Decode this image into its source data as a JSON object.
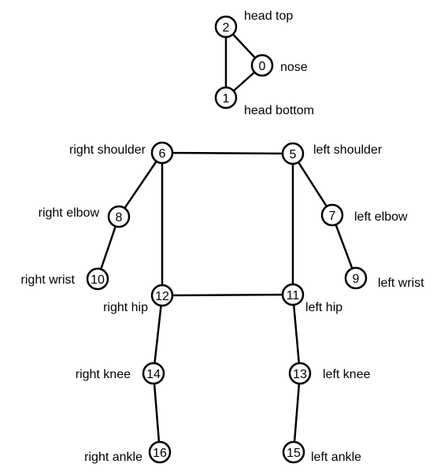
{
  "colors": {
    "stroke": "#000000",
    "node_fill": "#ffffff",
    "background": "#ffffff"
  },
  "keypoints": [
    {
      "id": "0",
      "label": "nose"
    },
    {
      "id": "1",
      "label": "head bottom"
    },
    {
      "id": "2",
      "label": "head top"
    },
    {
      "id": "5",
      "label": "left shoulder"
    },
    {
      "id": "6",
      "label": "right shoulder"
    },
    {
      "id": "7",
      "label": "left elbow"
    },
    {
      "id": "8",
      "label": "right elbow"
    },
    {
      "id": "9",
      "label": "left wrist"
    },
    {
      "id": "10",
      "label": "right wrist"
    },
    {
      "id": "11",
      "label": "left hip"
    },
    {
      "id": "12",
      "label": "right hip"
    },
    {
      "id": "13",
      "label": "left knee"
    },
    {
      "id": "14",
      "label": "right knee"
    },
    {
      "id": "15",
      "label": "left ankle"
    },
    {
      "id": "16",
      "label": "right ankle"
    }
  ],
  "connections": [
    [
      "2",
      "0"
    ],
    [
      "2",
      "1"
    ],
    [
      "1",
      "0"
    ],
    [
      "6",
      "5"
    ],
    [
      "6",
      "8"
    ],
    [
      "8",
      "10"
    ],
    [
      "5",
      "7"
    ],
    [
      "7",
      "9"
    ],
    [
      "6",
      "12"
    ],
    [
      "5",
      "11"
    ],
    [
      "12",
      "11"
    ],
    [
      "12",
      "14"
    ],
    [
      "14",
      "16"
    ],
    [
      "11",
      "13"
    ],
    [
      "13",
      "15"
    ]
  ]
}
